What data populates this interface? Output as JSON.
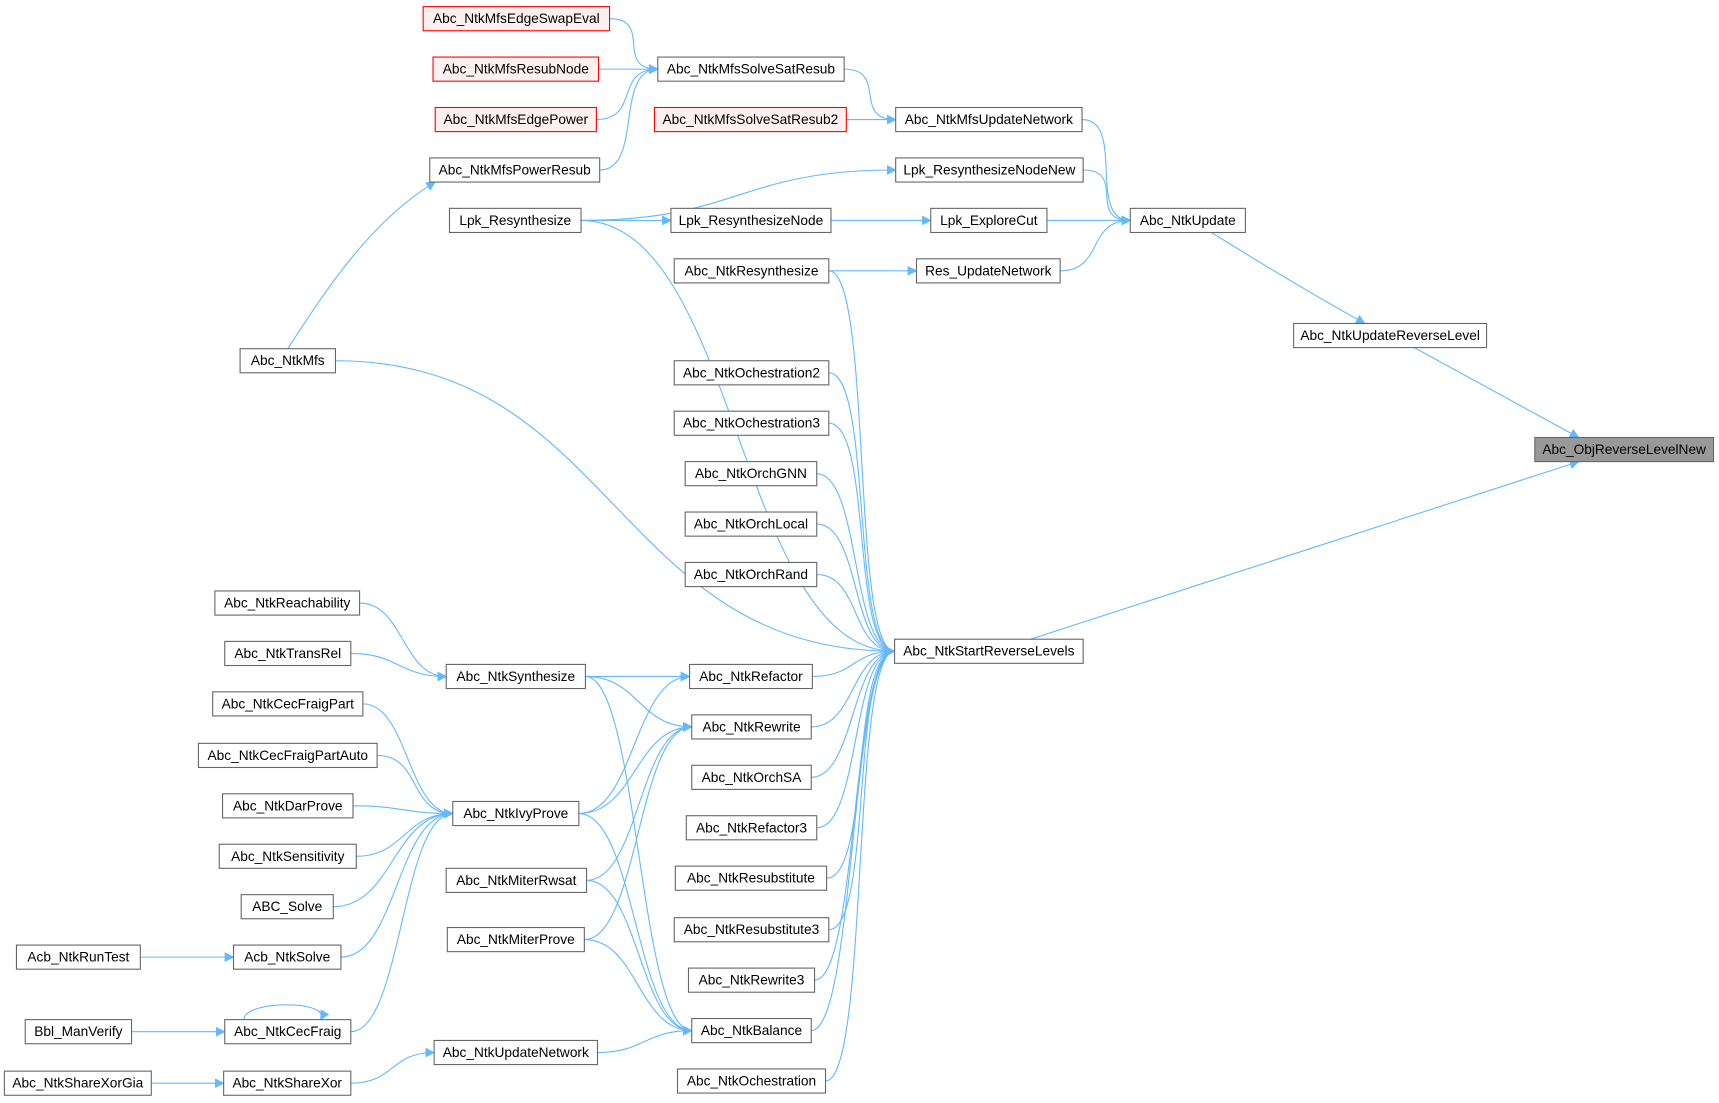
{
  "graph": {
    "edge_color": "#63b8ff",
    "nodes": [
      {
        "label": "Abc_NtkMfsEdgeSwapEval",
        "style": "truncated"
      },
      {
        "label": "Abc_NtkMfsResubNode",
        "style": "truncated"
      },
      {
        "label": "Abc_NtkMfsEdgePower",
        "style": "truncated"
      },
      {
        "label": "Abc_NtkMfsSolveSatResub",
        "style": "normal"
      },
      {
        "label": "Abc_NtkMfsSolveSatResub2",
        "style": "truncated"
      },
      {
        "label": "Abc_NtkMfsUpdateNetwork",
        "style": "normal"
      },
      {
        "label": "Abc_NtkMfsPowerResub",
        "style": "normal"
      },
      {
        "label": "Lpk_ResynthesizeNodeNew",
        "style": "normal"
      },
      {
        "label": "Lpk_Resynthesize",
        "style": "normal"
      },
      {
        "label": "Lpk_ResynthesizeNode",
        "style": "normal"
      },
      {
        "label": "Lpk_ExploreCut",
        "style": "normal"
      },
      {
        "label": "Abc_NtkUpdate",
        "style": "normal"
      },
      {
        "label": "Abc_NtkResynthesize",
        "style": "normal"
      },
      {
        "label": "Res_UpdateNetwork",
        "style": "normal"
      },
      {
        "label": "Abc_NtkUpdateReverseLevel",
        "style": "normal"
      },
      {
        "label": "Abc_NtkMfs",
        "style": "normal"
      },
      {
        "label": "Abc_ObjReverseLevelNew",
        "style": "highlight"
      },
      {
        "label": "Abc_NtkOchestration2",
        "style": "normal"
      },
      {
        "label": "Abc_NtkOchestration3",
        "style": "normal"
      },
      {
        "label": "Abc_NtkOrchGNN",
        "style": "normal"
      },
      {
        "label": "Abc_NtkOrchLocal",
        "style": "normal"
      },
      {
        "label": "Abc_NtkOrchRand",
        "style": "normal"
      },
      {
        "label": "Abc_NtkReachability",
        "style": "normal"
      },
      {
        "label": "Abc_NtkStartReverseLevels",
        "style": "normal"
      },
      {
        "label": "Abc_NtkTransRel",
        "style": "normal"
      },
      {
        "label": "Abc_NtkSynthesize",
        "style": "normal"
      },
      {
        "label": "Abc_NtkRefactor",
        "style": "normal"
      },
      {
        "label": "Abc_NtkCecFraigPart",
        "style": "normal"
      },
      {
        "label": "Abc_NtkRewrite",
        "style": "normal"
      },
      {
        "label": "Abc_NtkCecFraigPartAuto",
        "style": "normal"
      },
      {
        "label": "Abc_NtkOrchSA",
        "style": "normal"
      },
      {
        "label": "Abc_NtkDarProve",
        "style": "normal"
      },
      {
        "label": "Abc_NtkIvyProve",
        "style": "normal"
      },
      {
        "label": "Abc_NtkRefactor3",
        "style": "normal"
      },
      {
        "label": "Abc_NtkSensitivity",
        "style": "normal"
      },
      {
        "label": "Abc_NtkMiterRwsat",
        "style": "normal"
      },
      {
        "label": "Abc_NtkResubstitute",
        "style": "normal"
      },
      {
        "label": "ABC_Solve",
        "style": "normal"
      },
      {
        "label": "Abc_NtkResubstitute3",
        "style": "normal"
      },
      {
        "label": "Abc_NtkMiterProve",
        "style": "normal"
      },
      {
        "label": "Acb_NtkRunTest",
        "style": "normal"
      },
      {
        "label": "Acb_NtkSolve",
        "style": "normal"
      },
      {
        "label": "Abc_NtkRewrite3",
        "style": "normal"
      },
      {
        "label": "Abc_NtkBalance",
        "style": "normal"
      },
      {
        "label": "Bbl_ManVerify",
        "style": "normal"
      },
      {
        "label": "Abc_NtkCecFraig",
        "style": "normal"
      },
      {
        "label": "Abc_NtkUpdateNetwork",
        "style": "normal"
      },
      {
        "label": "Abc_NtkShareXorGia",
        "style": "normal"
      },
      {
        "label": "Abc_NtkShareXor",
        "style": "normal"
      },
      {
        "label": "Abc_NtkOchestration",
        "style": "normal"
      }
    ],
    "edges": [
      [
        0,
        3
      ],
      [
        1,
        3
      ],
      [
        2,
        3
      ],
      [
        6,
        3
      ],
      [
        3,
        5
      ],
      [
        4,
        5
      ],
      [
        5,
        11
      ],
      [
        7,
        11
      ],
      [
        10,
        11
      ],
      [
        13,
        11
      ],
      [
        11,
        14
      ],
      [
        14,
        16
      ],
      [
        23,
        16
      ],
      [
        15,
        6
      ],
      [
        8,
        7
      ],
      [
        8,
        9
      ],
      [
        9,
        10
      ],
      [
        12,
        13
      ],
      [
        15,
        23
      ],
      [
        8,
        23
      ],
      [
        12,
        23
      ],
      [
        17,
        23
      ],
      [
        18,
        23
      ],
      [
        19,
        23
      ],
      [
        20,
        23
      ],
      [
        21,
        23
      ],
      [
        25,
        26
      ],
      [
        26,
        23
      ],
      [
        28,
        23
      ],
      [
        30,
        23
      ],
      [
        33,
        23
      ],
      [
        36,
        23
      ],
      [
        38,
        23
      ],
      [
        42,
        23
      ],
      [
        43,
        23
      ],
      [
        49,
        23
      ],
      [
        22,
        25
      ],
      [
        24,
        25
      ],
      [
        25,
        28
      ],
      [
        27,
        32
      ],
      [
        29,
        32
      ],
      [
        31,
        32
      ],
      [
        34,
        32
      ],
      [
        37,
        32
      ],
      [
        41,
        32
      ],
      [
        45,
        32
      ],
      [
        45,
        45
      ],
      [
        32,
        26
      ],
      [
        32,
        28
      ],
      [
        35,
        28
      ],
      [
        39,
        28
      ],
      [
        25,
        43
      ],
      [
        32,
        43
      ],
      [
        35,
        43
      ],
      [
        39,
        43
      ],
      [
        46,
        43
      ],
      [
        48,
        46
      ],
      [
        47,
        48
      ],
      [
        44,
        45
      ],
      [
        40,
        41
      ]
    ]
  }
}
